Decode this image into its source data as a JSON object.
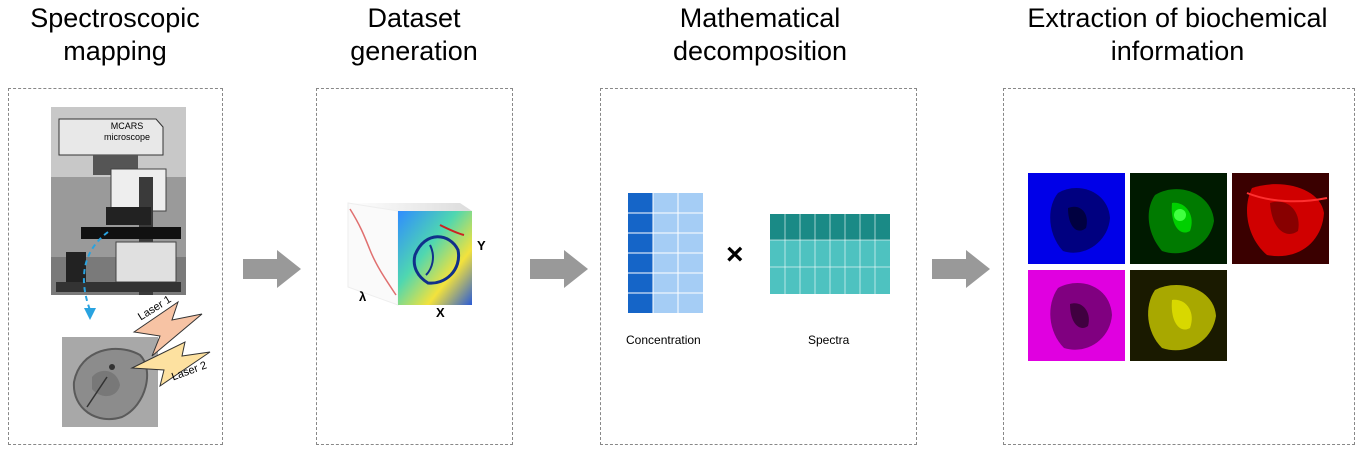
{
  "steps": [
    {
      "title_line1": "Spectroscopic",
      "title_line2": "mapping"
    },
    {
      "title_line1": "Dataset",
      "title_line2": "generation"
    },
    {
      "title_line1": "Mathematical",
      "title_line2": "decomposition"
    },
    {
      "title_line1": "Extraction of biochemical",
      "title_line2": "information"
    }
  ],
  "microscope": {
    "label_line1": "MCARS",
    "label_line2": "microscope"
  },
  "lasers": {
    "laser1": "Laser 1",
    "laser2": "Laser 2"
  },
  "cube_axes": {
    "y": "Y",
    "x": "X",
    "lambda": "λ"
  },
  "decomposition": {
    "concentration_label": "Concentration",
    "spectra_label": "Spectra",
    "operator": "×"
  },
  "colors": {
    "concentration_dark": "#1565c8",
    "concentration_light": "#a5cdf5",
    "spectra_dark": "#1a8a86",
    "spectra_light": "#4ec2c0"
  },
  "maps": [
    {
      "color": "blue",
      "hex": "#0000ff"
    },
    {
      "color": "green",
      "hex": "#00c000"
    },
    {
      "color": "red",
      "hex": "#ff0000"
    },
    {
      "color": "magenta",
      "hex": "#ff00ff"
    },
    {
      "color": "yellow",
      "hex": "#e0e000"
    }
  ]
}
